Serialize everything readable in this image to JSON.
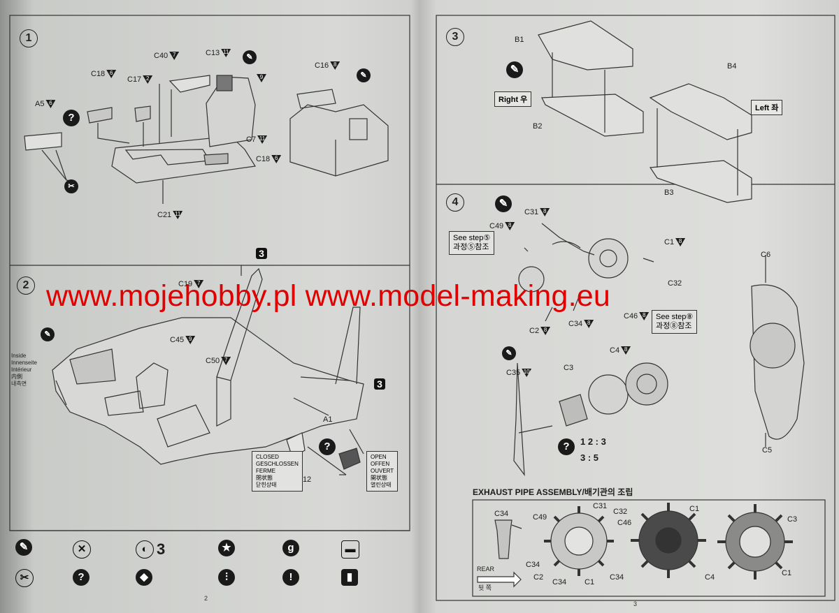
{
  "steps": {
    "s1": "1",
    "s2": "2",
    "s3": "3",
    "s4": "4"
  },
  "parts": {
    "c40": "C40",
    "c40_m": "7",
    "c13": "C13",
    "c13_m": "11",
    "c18a": "C18",
    "c18a_m": "6",
    "c17": "C17",
    "c17_m": "2",
    "c16": "C16",
    "c16_m": "8",
    "a5": "A5",
    "a5_m": "6",
    "c7": "C7",
    "c7_m": "11",
    "c18b": "C18",
    "c18b_m": "6",
    "c21": "C21",
    "c21_m": "11",
    "num9": "9",
    "c19": "C19",
    "c19_m": "7",
    "c45": "C45",
    "c45_m": "9",
    "c50": "C50",
    "c50_m": "7",
    "a1": "A1",
    "c12": "C12",
    "b1": "B1",
    "b2": "B2",
    "b3": "B3",
    "b4": "B4",
    "c31": "C31",
    "c31_m": "8",
    "c49": "C49",
    "c49_m": "8",
    "c1": "C1",
    "c1_m": "8",
    "c6": "C6",
    "c32": "C32",
    "c2": "C2",
    "c2_m": "8",
    "c34": "C34",
    "c34_m": "8",
    "c46": "C46",
    "c46_m": "8",
    "c4": "C4",
    "c4_m": "8",
    "c3": "C3",
    "c35": "C35",
    "c35_m": "10",
    "c5": "C5"
  },
  "labels": {
    "right": "Right 우",
    "left": "Left 좌",
    "see5_en": "See step⑤",
    "see5_kr": "과정⑤참조",
    "see8_en": "See step⑧",
    "see8_kr": "과정⑧참조",
    "inside": [
      "Inside",
      "Innenseite",
      "Intérieur",
      "内側",
      "내측면"
    ],
    "closed": [
      "CLOSED",
      "GESCHLOSSEN",
      "FERME",
      "閉状態",
      "닫힌상태"
    ],
    "open": [
      "OPEN",
      "OFFEN",
      "OUVERT",
      "開状態",
      "열린상태"
    ],
    "num3": "3",
    "ratio1": "1 2 : 3",
    "ratio2": "3 : 5"
  },
  "exhaust": {
    "title": "EXHAUST PIPE ASSEMBLY/배기관의 조립",
    "c34": "C34",
    "c49": "C49",
    "c31": "C31",
    "c32": "C32",
    "c46": "C46",
    "c1a": "C1",
    "c3": "C3",
    "c34b": "C34",
    "c2": "C2",
    "c34c": "C34",
    "c1b": "C1",
    "c34d": "C34",
    "c4": "C4",
    "c1c": "C1",
    "rear_en": "REAR",
    "rear_kr": "뒷 쪽"
  },
  "watermark": "www.mojehobby.pl www.model-making.eu",
  "page_numbers": {
    "left": "2",
    "right": "3"
  },
  "legend": {
    "symbol_3": "3"
  }
}
